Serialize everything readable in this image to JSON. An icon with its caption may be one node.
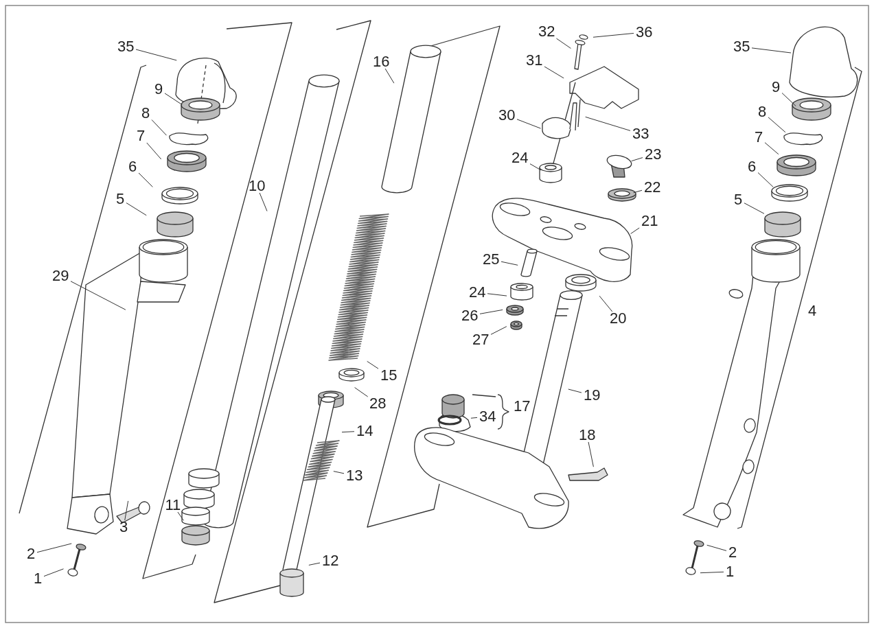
{
  "diagram": {
    "nodes": [
      {
        "text": [
          "35"
        ]
      },
      {
        "text": [
          "9"
        ]
      },
      {
        "text": [
          "8"
        ]
      },
      {
        "text": [
          "7"
        ]
      },
      {
        "text": [
          "6"
        ]
      },
      {
        "text": [
          "5"
        ]
      },
      {
        "text": [
          "29"
        ]
      },
      {
        "text": [
          "3"
        ]
      },
      {
        "text": [
          "2"
        ]
      },
      {
        "text": [
          "1"
        ]
      },
      {
        "text": [
          "10"
        ]
      },
      {
        "text": [
          "11"
        ]
      },
      {
        "text": [
          "16"
        ]
      },
      {
        "text": [
          "15"
        ]
      },
      {
        "text": [
          "28"
        ]
      },
      {
        "text": [
          "14"
        ]
      },
      {
        "text": [
          "13"
        ]
      },
      {
        "text": [
          "12"
        ]
      },
      {
        "text": [
          "32"
        ]
      },
      {
        "text": [
          "36"
        ]
      },
      {
        "text": [
          "31"
        ]
      },
      {
        "text": [
          "30"
        ]
      },
      {
        "text": [
          "33"
        ]
      },
      {
        "text": [
          "24"
        ]
      },
      {
        "text": [
          "23"
        ]
      },
      {
        "text": [
          "22"
        ]
      },
      {
        "text": [
          "21"
        ]
      },
      {
        "text": [
          "25"
        ]
      },
      {
        "text": [
          "24"
        ]
      },
      {
        "text": [
          "26"
        ]
      },
      {
        "text": [
          "27"
        ]
      },
      {
        "text": [
          "20"
        ]
      },
      {
        "text": [
          "19"
        ]
      },
      {
        "text": [
          "34"
        ]
      },
      {
        "text": [
          "18"
        ]
      },
      {
        "text": [
          "35"
        ]
      },
      {
        "text": [
          "9"
        ]
      },
      {
        "text": [
          "8"
        ]
      },
      {
        "text": [
          "7"
        ]
      },
      {
        "text": [
          "6"
        ]
      },
      {
        "text": [
          "5"
        ]
      },
      {
        "text": [
          "2"
        ]
      },
      {
        "text": [
          "1"
        ]
      }
    ],
    "edges": [
      {
        "from": 0,
        "to": null,
        "arrow": "none"
      },
      {
        "from": 1,
        "to": null,
        "arrow": "none"
      },
      {
        "from": 2,
        "to": null,
        "arrow": "none"
      },
      {
        "from": 3,
        "to": null,
        "arrow": "none"
      },
      {
        "from": 4,
        "to": null,
        "arrow": "none"
      },
      {
        "from": 5,
        "to": null,
        "arrow": "none"
      },
      {
        "from": 6,
        "to": null,
        "arrow": "none"
      },
      {
        "from": 7,
        "to": null,
        "arrow": "none"
      },
      {
        "from": 8,
        "to": null,
        "arrow": "none"
      },
      {
        "from": 9,
        "to": null,
        "arrow": "none"
      },
      {
        "from": 10,
        "to": null,
        "arrow": "none"
      },
      {
        "from": 11,
        "to": null,
        "arrow": "none"
      },
      {
        "from": 12,
        "to": null,
        "arrow": "none"
      },
      {
        "from": 13,
        "to": null,
        "arrow": "none"
      },
      {
        "from": 14,
        "to": null,
        "arrow": "none"
      },
      {
        "from": 15,
        "to": null,
        "arrow": "none"
      },
      {
        "from": 16,
        "to": null,
        "arrow": "none"
      },
      {
        "from": 17,
        "to": null,
        "arrow": "none"
      },
      {
        "from": 18,
        "to": null,
        "arrow": "none"
      },
      {
        "from": 19,
        "to": null,
        "arrow": "none"
      },
      {
        "from": 20,
        "to": null,
        "arrow": "none"
      },
      {
        "from": 21,
        "to": null,
        "arrow": "none"
      },
      {
        "from": 22,
        "to": null,
        "arrow": "none"
      },
      {
        "from": 23,
        "to": null,
        "arrow": "none"
      },
      {
        "from": 24,
        "to": null,
        "arrow": "none"
      },
      {
        "from": 25,
        "to": null,
        "arrow": "none"
      },
      {
        "from": 26,
        "to": null,
        "arrow": "none"
      },
      {
        "from": 27,
        "to": null,
        "arrow": "none"
      },
      {
        "from": 28,
        "to": null,
        "arrow": "none"
      },
      {
        "from": 29,
        "to": null,
        "arrow": "none"
      },
      {
        "from": 30,
        "to": null,
        "arrow": "none"
      },
      {
        "from": 31,
        "to": null,
        "arrow": "none"
      },
      {
        "from": 32,
        "to": null,
        "arrow": "none"
      },
      {
        "from": 33,
        "to": null,
        "arrow": "none"
      },
      {
        "from": 34,
        "to": null,
        "arrow": "none"
      },
      {
        "from": 35,
        "to": null,
        "arrow": "none"
      },
      {
        "from": 36,
        "to": null,
        "arrow": "none"
      },
      {
        "from": 37,
        "to": null,
        "arrow": "none"
      },
      {
        "from": 38,
        "to": null,
        "arrow": "none"
      },
      {
        "from": 39,
        "to": null,
        "arrow": "none"
      },
      {
        "from": 40,
        "to": null,
        "arrow": "none"
      },
      {
        "from": 41,
        "to": null,
        "arrow": "none"
      },
      {
        "from": 42,
        "to": null,
        "arrow": "none"
      }
    ],
    "labels": [
      "17",
      "4"
    ]
  }
}
